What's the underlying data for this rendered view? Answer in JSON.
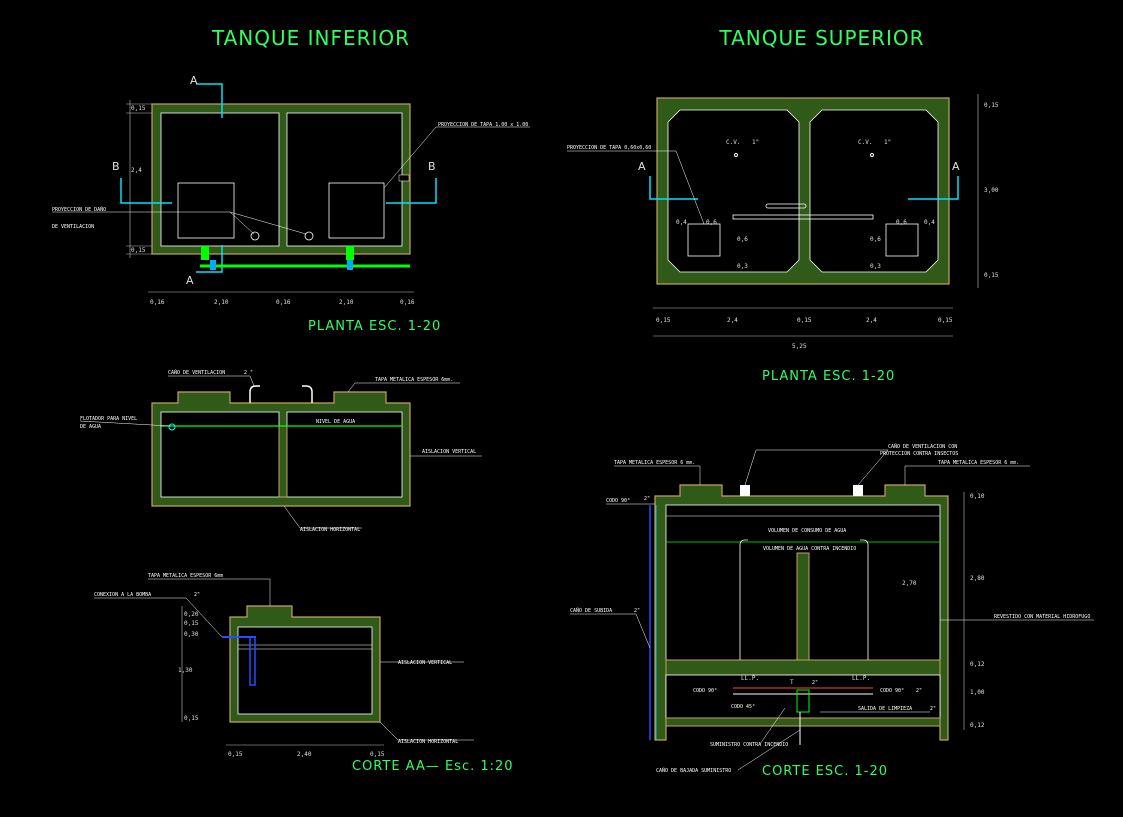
{
  "tanque_inferior": {
    "title": "TANQUE INFERIOR",
    "planta": {
      "caption": "PLANTA    ESC. 1-20",
      "labels": {
        "proyeccion_tapa": "PROYECCION DE TAPA 1.00 x 1.00",
        "proyeccion_dano": "PROYECCION DE DAÑO",
        "de_ventilacion": "DE VENTILACION"
      },
      "section_marks": [
        "A",
        "A",
        "B",
        "B"
      ],
      "dims_left": [
        "0,15",
        "2,4",
        "0,15"
      ],
      "dims_bottom": [
        "0,16",
        "2,10",
        "0,16",
        "2,10",
        "0,16"
      ]
    },
    "corte_bb": {
      "labels": {
        "cano_ventilacion": "CAÑO DE VENTILACION",
        "cano_size": "2 \"",
        "tapa_metalica": "TAPA METALICA ESPESOR 6mm.",
        "flotador": "FLOTADOR PARA NIVEL",
        "de_agua": "DE AGUA",
        "nivel_agua": "NIVEL DE AGUA",
        "aislacion_vertical": "AISLACION VERTICAL",
        "aislacion_horizontal": "AISLACION HORIZONTAL"
      }
    },
    "corte_aa": {
      "caption": "CORTE AA— Esc. 1:20",
      "labels": {
        "tapa_metalica": "TAPA METALICA ESPESOR 6mm",
        "conexion_bomba": "CONEXION A LA BOMBA",
        "conexion_size": "2\"",
        "aislacion_vertical": "AISLACION VERTICAL",
        "aislacion_horizontal": "AISLACION HORIZONTAL"
      },
      "dims_left": [
        "0,20",
        "0,15",
        "0,30",
        "1,30",
        "0,15"
      ],
      "dims_bottom": [
        "0,15",
        "2,40",
        "0,15"
      ]
    }
  },
  "tanque_superior": {
    "title": "TANQUE SUPERIOR",
    "planta": {
      "caption": "PLANTA    ESC. 1-20",
      "labels": {
        "proyeccion_tapa": "PROYECCION DE TAPA 0,60x0,60",
        "cv_left": "C.V.",
        "cv_right": "C.V.",
        "cv_size": "1\""
      },
      "section_marks": [
        "A",
        "A"
      ],
      "inner_dims": [
        "0,4",
        "0,6",
        "0,6",
        "0,3",
        "0,6",
        "0,4",
        "0,6",
        "0,3"
      ],
      "dims_right": [
        "0,15",
        "3,00",
        "0,15"
      ],
      "dims_bottom": [
        "0,15",
        "2,4",
        "0,15",
        "2,4",
        "0,15"
      ],
      "total": "5,25"
    },
    "corte": {
      "caption": "CORTE    ESC. 1-20",
      "labels": {
        "cano_ventilacion": "CAÑO DE VENTILACION CON",
        "proteccion": "PROTECCION CONTRA INSECTOS",
        "tapa_left": "TAPA METALICA ESPESOR 6 mm.",
        "tapa_right": "TAPA METALICA ESPESOR 6 mm.",
        "codo": "CODO 90°",
        "codo_size": "2\"",
        "volumen_consumo": "VOLUMEN DE CONSUMO DE AGUA",
        "volumen_incendio": "VOLUMEN DE AGUA CONTRA INCENDIO",
        "cano_subida": "CAÑO DE SUBIDA",
        "cano_subida_size": "2\"",
        "revestido": "REVESTIDO CON MATERIAL HIDROFUGO",
        "ll_p_left": "LL.P.",
        "ll_p_right": "LL.P.",
        "codo_left": "CODO 90°",
        "codo_right": "CODO 90°",
        "codo45": "CODO 45°",
        "salida_limpieza": "SALIDA DE LIMPIEZA",
        "salida_size": "2\"",
        "suministro": "SUMINISTRO CONTRA INCENDIO",
        "bajada": "CAÑO DE BAJADA SUMINISTRO",
        "t_label": "T",
        "t_size": "2\""
      },
      "inner_height": "2,70",
      "dims_right": [
        "0,10",
        "2,80",
        "0,12",
        "1,00",
        "0,12"
      ]
    }
  }
}
